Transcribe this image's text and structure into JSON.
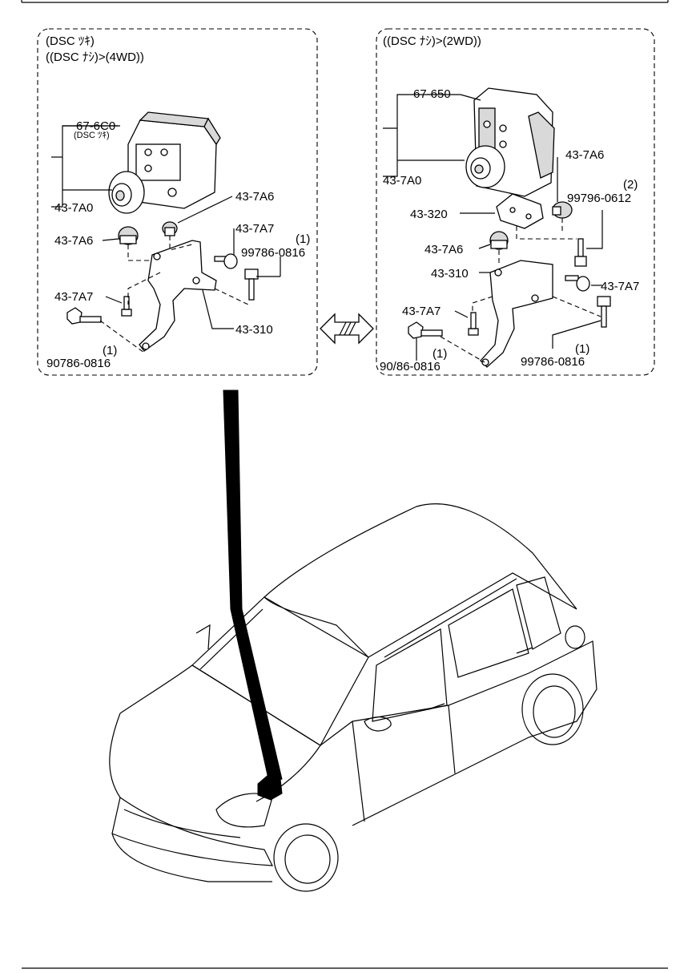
{
  "left_panel": {
    "header_line1": "(DSC ﾂｷ)",
    "header_line2": "((DSC ﾅｼ)>(4WD))",
    "labels": {
      "hcu_code": "67-6C0",
      "hcu_note": "(DSC ﾂｷ)",
      "unit_code": "43-7A0",
      "grommet_upper": "43-7A6",
      "grommet_left": "43-7A6",
      "bolt_upper": "43-7A7",
      "bolt_left": "43-7A7",
      "bracket": "43-310",
      "screw_right": "99786-0816",
      "screw_right_qty": "(1)",
      "bolt_bottom": "90786-0816",
      "bolt_bottom_qty": "(1)"
    }
  },
  "right_panel": {
    "header_line1": "((DSC ﾅｼ)>(2WD))",
    "labels": {
      "hcu_code": "67-650",
      "unit_code": "43-7A0",
      "grommet_upper": "43-7A6",
      "bracket_upper": "43-320",
      "screw_upper": "99796-0612",
      "screw_upper_qty": "(2)",
      "grommet_mid": "43-7A6",
      "bracket_lower": "43-310",
      "bolt_right": "43-7A7",
      "bolt_left": "43-7A7",
      "screw_lower": "99786-0816",
      "screw_lower_qty": "(1)",
      "bolt_bottom": "90/86-0816",
      "bolt_bottom_qty": "(1)"
    }
  },
  "colors": {
    "ink": "#000000",
    "paper": "#ffffff",
    "shade": "#d9d9d9"
  }
}
